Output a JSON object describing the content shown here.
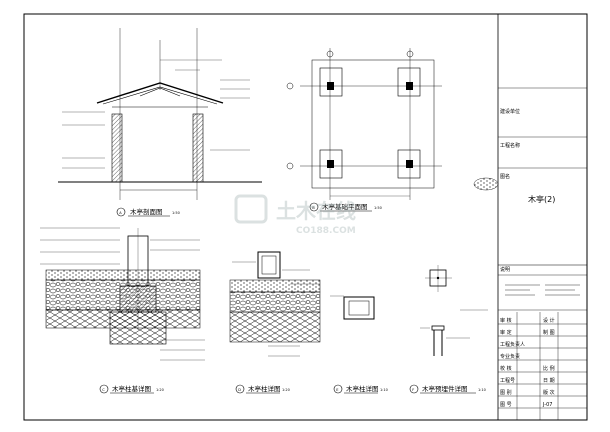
{
  "title_block": {
    "project_name": "木亭(2)",
    "rows": [
      {
        "label": "审 核",
        "value": "设 计"
      },
      {
        "label": "审 定",
        "value": "制 图"
      },
      {
        "label": "工程负责人",
        "value": ""
      },
      {
        "label": "专业负责",
        "value": ""
      },
      {
        "label": "校 核",
        "value": "比 例"
      },
      {
        "label": "工程号",
        "value": "日 期"
      },
      {
        "label": "图 别",
        "value": "版 次"
      },
      {
        "label": "图 号",
        "value": "J-07"
      }
    ]
  },
  "captions": {
    "a": {
      "letter": "A",
      "text": "木亭剖面图",
      "scale": "1:50"
    },
    "b": {
      "letter": "B",
      "text": "木亭基础平面图",
      "scale": "1:50"
    },
    "c": {
      "letter": "C",
      "text": "木亭柱基详图",
      "scale": "1:20"
    },
    "d": {
      "letter": "D",
      "text": "木亭柱详图",
      "scale": "1:20"
    },
    "e": {
      "letter": "E",
      "text": "木亭柱详图",
      "scale": "1:10"
    },
    "f": {
      "letter": "F",
      "text": "木亭预埋件详图",
      "scale": "1:10"
    }
  },
  "watermark": {
    "brand": "土木在线",
    "url": "CO188.COM"
  }
}
